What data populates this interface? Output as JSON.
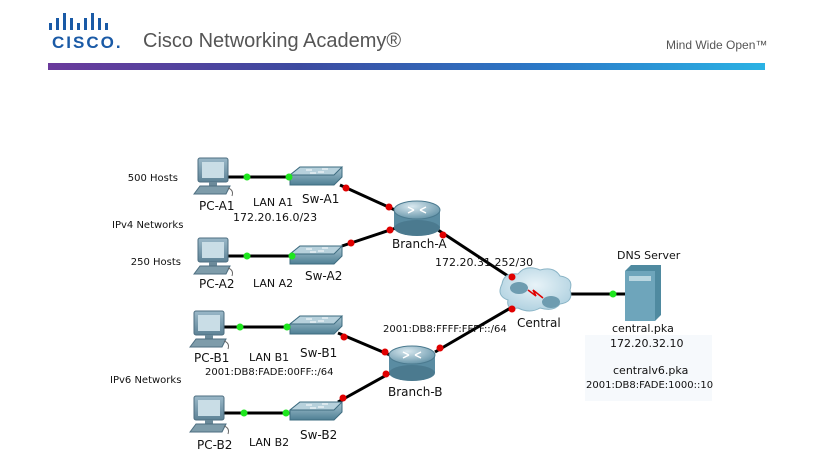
{
  "header": {
    "logo_text": "CISCO.",
    "title": "Cisco Networking Academy®",
    "tagline": "Mind Wide Open™"
  },
  "colors": {
    "link_up": "#1ee61e",
    "link_down": "#e00000",
    "brand_blue": "#1a5aa6"
  },
  "notes": {
    "hosts_a1": "500 Hosts",
    "ipv4": "IPv4 Networks",
    "hosts_a2": "250 Hosts",
    "ipv6": "IPv6 Networks"
  },
  "devices": {
    "pc_a1": "PC-A1",
    "pc_a2": "PC-A2",
    "pc_b1": "PC-B1",
    "pc_b2": "PC-B2",
    "sw_a1": "Sw-A1",
    "sw_a2": "Sw-A2",
    "sw_b1": "Sw-B1",
    "sw_b2": "Sw-B2",
    "branch_a": "Branch-A",
    "branch_b": "Branch-B",
    "central": "Central",
    "dns": "DNS Server"
  },
  "networks": {
    "lan_a1": "LAN A1",
    "lan_a1_net": "172.20.16.0/23",
    "lan_a2": "LAN A2",
    "lan_b1": "LAN B1",
    "lan_b1_net": "2001:DB8:FADE:00FF::/64",
    "lan_b2": "LAN B2",
    "wan_a": "172.20.31.252/30",
    "wan_b": "2001:DB8:FFFF:FFFF::/64"
  },
  "server_info": {
    "file_v4": "central.pka",
    "ip_v4": "172.20.32.10",
    "file_v6": "centralv6.pka",
    "ip_v6": "2001:DB8:FADE:1000::10"
  }
}
